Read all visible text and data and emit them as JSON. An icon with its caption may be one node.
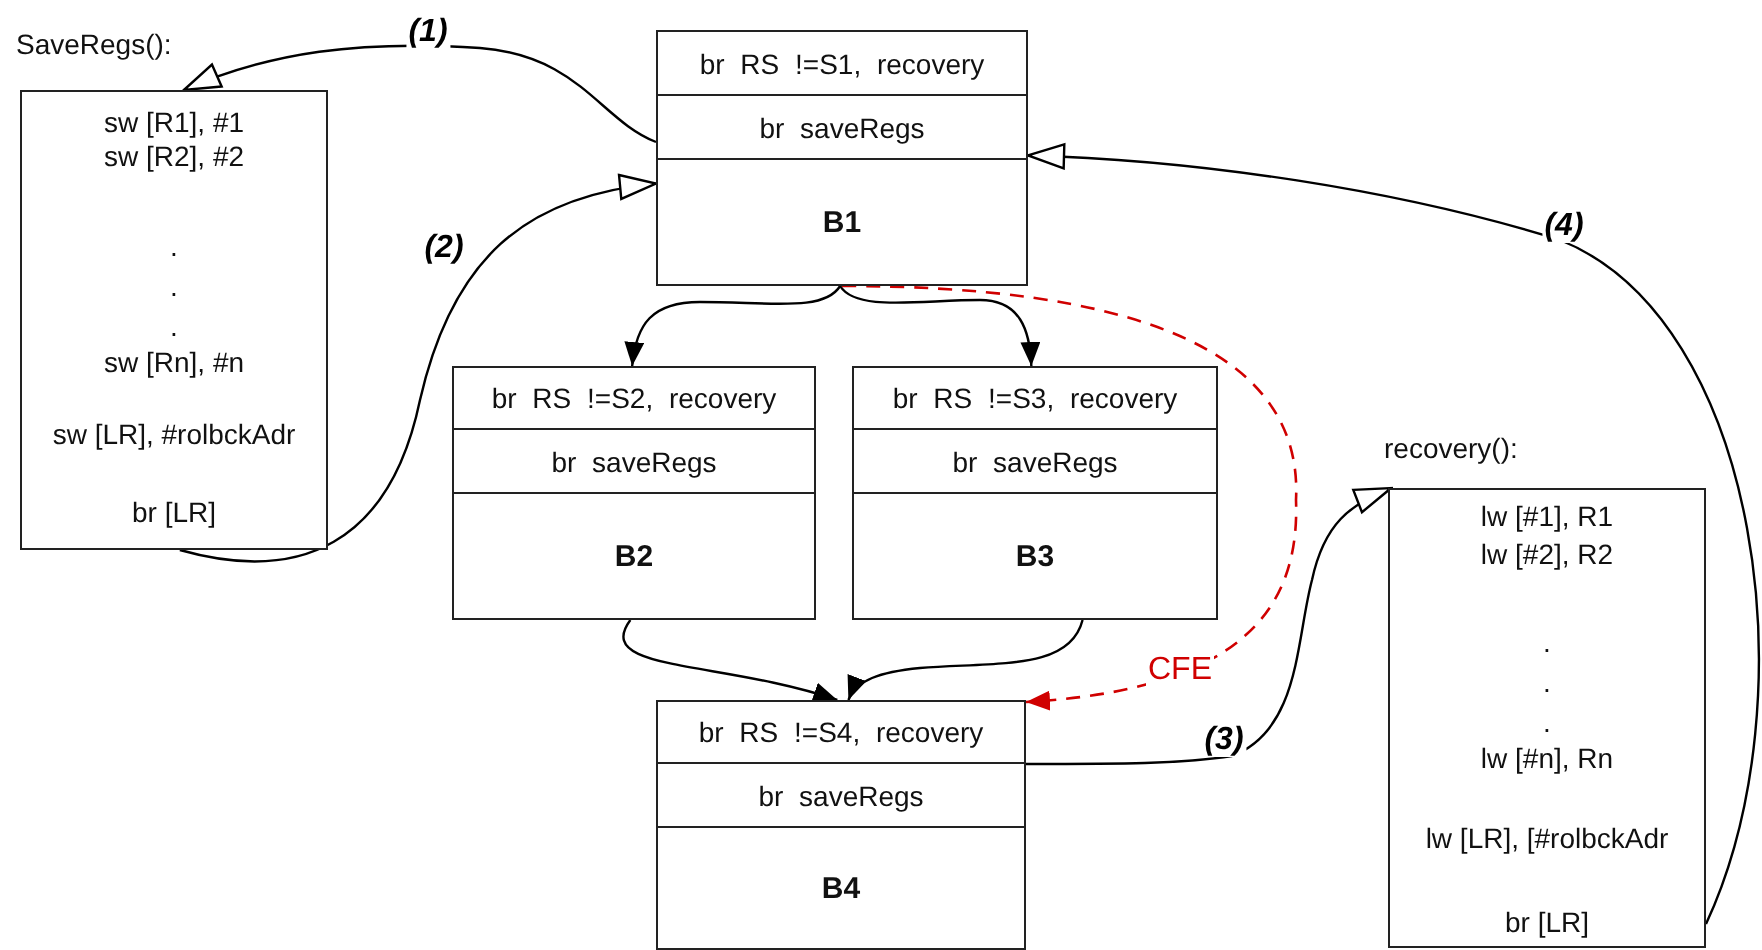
{
  "diagram": {
    "nodes": [
      {
        "text": [
          "SaveRegs():",
          "sw [R1], #1",
          "sw [R2], #2",
          ".",
          ".",
          ".",
          "sw [Rn], #n",
          "sw [LR], #rolbckAdr",
          "br [LR]"
        ]
      },
      {
        "text": [
          "br RS !=S1, recovery",
          "br saveRegs",
          "B1"
        ]
      },
      {
        "text": [
          "br RS !=S2, recovery",
          "br saveRegs",
          "B2"
        ]
      },
      {
        "text": [
          "br RS !=S3, recovery",
          "br saveRegs",
          "B3"
        ]
      },
      {
        "text": [
          "br RS !=S4, recovery",
          "br saveRegs",
          "B4"
        ]
      },
      {
        "text": [
          "recovery():",
          "lw [#1], R1",
          "lw [#2], R2",
          ".",
          ".",
          ".",
          "lw [#n], Rn",
          "lw [LR], [#rolbckAdr",
          "br [LR]"
        ]
      }
    ],
    "edges": [
      {
        "from": 1,
        "to": 0,
        "arrow": "to",
        "label": "(1)"
      },
      {
        "from": 0,
        "to": 1,
        "arrow": "to",
        "label": "(2)"
      },
      {
        "from": 1,
        "to": 2,
        "arrow": "to"
      },
      {
        "from": 1,
        "to": 3,
        "arrow": "to"
      },
      {
        "from": 2,
        "to": 4,
        "arrow": "to"
      },
      {
        "from": 3,
        "to": 4,
        "arrow": "to"
      },
      {
        "from": 1,
        "to": 4,
        "arrow": "to",
        "label": "CFE",
        "style": "dashed",
        "color": "#d00000"
      },
      {
        "from": 4,
        "to": 5,
        "arrow": "to",
        "label": "(3)"
      },
      {
        "from": 5,
        "to": 1,
        "arrow": "to",
        "label": "(4)"
      }
    ]
  }
}
